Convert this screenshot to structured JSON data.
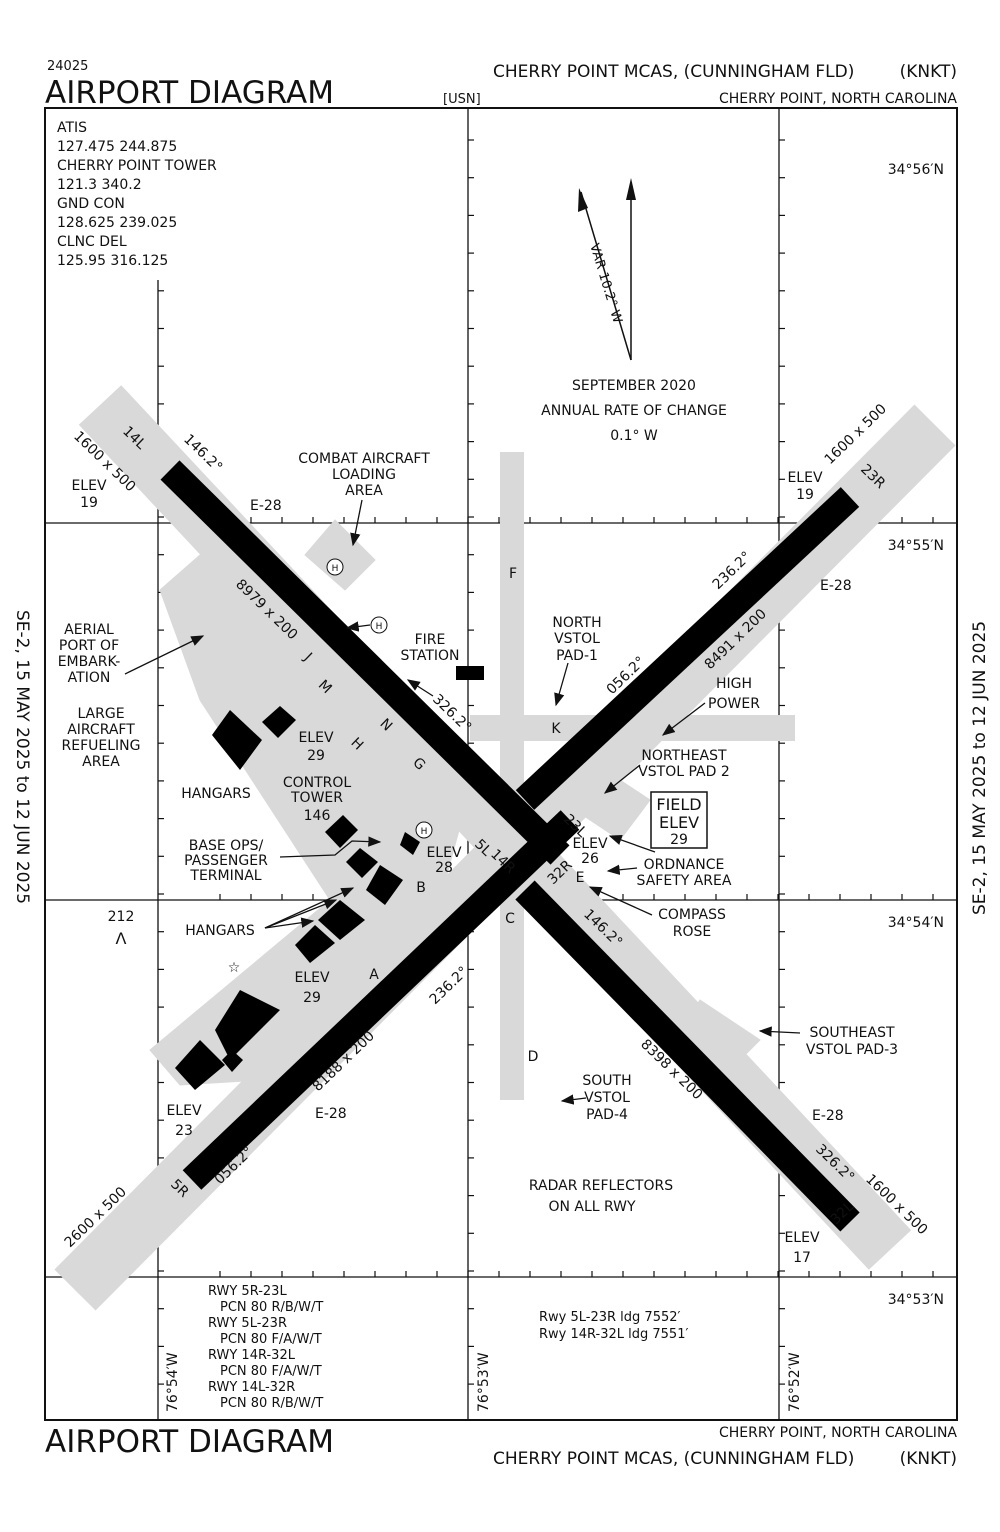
{
  "header": {
    "chart_number": "24025",
    "title": "AIRPORT DIAGRAM",
    "agency": "[USN]",
    "airport": "CHERRY POINT MCAS, (CUNNINGHAM FLD)",
    "ident": "(KNKT)",
    "location": "CHERRY POINT, NORTH CAROLINA"
  },
  "freqs": [
    "ATIS",
    "127.475  244.875",
    "CHERRY POINT TOWER",
    "121.3  340.2",
    "GND CON",
    "128.625  239.025",
    "CLNC DEL",
    "125.95  316.125"
  ],
  "latitudes": [
    "34°56′N",
    "34°55′N",
    "34°54′N",
    "34°53′N"
  ],
  "longitudes": [
    "76°54′W",
    "76°53′W",
    "76°52′W"
  ],
  "effective": "SE-2,  15 MAY 2025  to  12 JUN 2025",
  "magvar": {
    "var": "VAR 10.2° W",
    "line1": "SEPTEMBER 2020",
    "line2": "ANNUAL RATE OF CHANGE",
    "line3": "0.1° W"
  },
  "runways": {
    "r14L": "14L",
    "r32R": "32R",
    "r14R": "14R",
    "r32L": "32L",
    "r5R": "5R",
    "r23L": "23L",
    "r5L": "5L",
    "r23R": "23R",
    "dim_14L": "8979 x 200",
    "dim_5L": "8491 x 200",
    "dim_5R": "8188 x 200",
    "dim_14R": "8398 x 200",
    "hdg_146a": "146.2°",
    "hdg_326a": "326.2°",
    "hdg_056a": "056.2°",
    "hdg_236a": "236.2°",
    "hdg_236b": "236.2°",
    "hdg_056b": "056.2°",
    "hdg_146b": "146.2°",
    "hdg_326b": "326.2°",
    "ov_nw": "1600 x 500",
    "ov_ne": "1600 x 500",
    "ov_sw": "2600 x 500",
    "ov_se": "1600 x 500"
  },
  "arresting": [
    "E-28",
    "E-28",
    "E-28",
    "E-28"
  ],
  "elevations": {
    "nw": [
      "ELEV",
      "19"
    ],
    "ne": [
      "ELEV",
      "19"
    ],
    "sw": [
      "ELEV",
      "23"
    ],
    "se": [
      "ELEV",
      "17"
    ],
    "ramp1": [
      "ELEV",
      "29"
    ],
    "ramp2": [
      "ELEV",
      "29"
    ],
    "e28": [
      "ELEV",
      "28"
    ],
    "e26": [
      "ELEV",
      "26"
    ]
  },
  "field_elev": [
    "FIELD",
    "ELEV",
    "29"
  ],
  "labels": {
    "combat": [
      "COMBAT AIRCRAFT",
      "LOADING",
      "AREA"
    ],
    "aerial": [
      "AERIAL",
      "PORT OF",
      "EMBARK-",
      "ATION"
    ],
    "refuel": [
      "LARGE",
      "AIRCRAFT",
      "REFUELING",
      "AREA"
    ],
    "hangars1": "HANGARS",
    "hangars2": "HANGARS",
    "tower": [
      "CONTROL",
      "TOWER",
      "146"
    ],
    "baseops": [
      "BASE OPS/",
      "PASSENGER",
      "TERMINAL"
    ],
    "fire": [
      "FIRE",
      "STATION"
    ],
    "nvstol1": [
      "NORTH",
      "VSTOL",
      "PAD-1"
    ],
    "highpower": [
      "HIGH",
      "POWER"
    ],
    "nevstol2": [
      "NORTHEAST",
      "VSTOL PAD 2"
    ],
    "ordnance": [
      "ORDNANCE",
      "SAFETY AREA"
    ],
    "compass": [
      "COMPASS",
      "ROSE"
    ],
    "sevstol3": [
      "SOUTHEAST",
      "VSTOL PAD-3"
    ],
    "svstol4": [
      "SOUTH",
      "VSTOL",
      "PAD-4"
    ],
    "radar": [
      "RADAR REFLECTORS",
      "ON ALL RWY"
    ],
    "obst": "212",
    "helipad": "H"
  },
  "taxiways": {
    "F": "F",
    "K": "K",
    "J": "J",
    "M": "M",
    "N": "N",
    "H": "H",
    "G": "G",
    "B": "B",
    "E": "E",
    "C": "C",
    "A": "A",
    "D": "D"
  },
  "pcn": [
    "RWY 5R-23L",
    "PCN 80 R/B/W/T",
    "RWY 5L-23R",
    "PCN 80 F/A/W/T",
    "RWY 14R-32L",
    "PCN 80 F/A/W/T",
    "RWY 14L-32R",
    "PCN 80 R/B/W/T"
  ],
  "lda": [
    "Rwy 5L-23R ldg 7552′",
    "Rwy 14R-32L ldg 7551′"
  ]
}
